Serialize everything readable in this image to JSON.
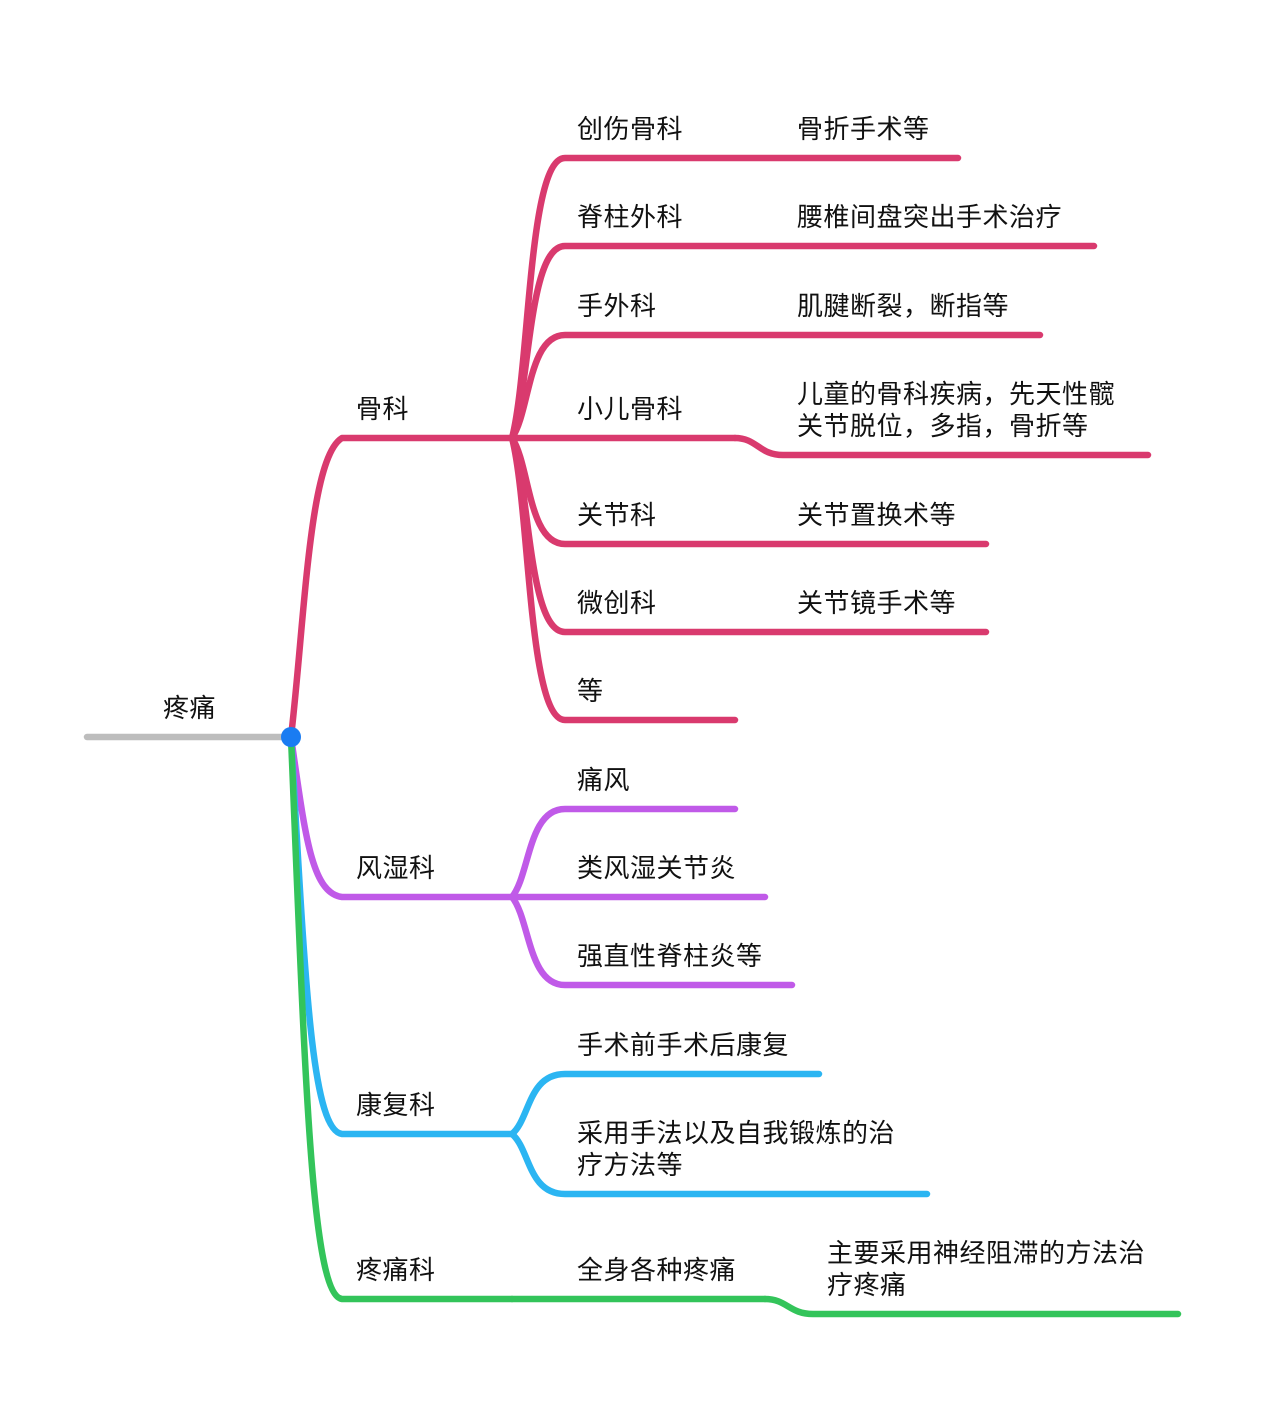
{
  "mindmap": {
    "root": {
      "label": "疼痛",
      "line_color": "#bdbdbd",
      "dot_color": "#1a7cf2"
    },
    "branches": [
      {
        "label": "骨科",
        "color": "#d93a6e",
        "children": [
          {
            "label": "创伤骨科",
            "detail": [
              "骨折手术等"
            ]
          },
          {
            "label": "脊柱外科",
            "detail": [
              "腰椎间盘突出手术治疗"
            ]
          },
          {
            "label": "手外科",
            "detail": [
              "肌腱断裂，断指等"
            ]
          },
          {
            "label": "小儿骨科",
            "detail": [
              "儿童的骨科疾病，先天性髋",
              "关节脱位，多指，骨折等"
            ]
          },
          {
            "label": "关节科",
            "detail": [
              "关节置换术等"
            ]
          },
          {
            "label": "微创科",
            "detail": [
              "关节镜手术等"
            ]
          },
          {
            "label": "等",
            "detail": []
          }
        ]
      },
      {
        "label": "风湿科",
        "color": "#c05ae8",
        "children": [
          {
            "label": "痛风",
            "detail": []
          },
          {
            "label": "类风湿关节炎",
            "detail": []
          },
          {
            "label": "强直性脊柱炎等",
            "detail": []
          }
        ]
      },
      {
        "label": "康复科",
        "color": "#2bb5f2",
        "children": [
          {
            "label": "手术前手术后康复",
            "detail": []
          },
          {
            "label": "采用手法以及自我锻炼的治疗方法等",
            "lines": [
              "采用手法以及自我锻炼的治",
              "疗方法等"
            ],
            "detail": []
          }
        ]
      },
      {
        "label": "疼痛科",
        "color": "#33c45a",
        "children": [
          {
            "label": "全身各种疼痛",
            "detail": [
              "主要采用神经阻滞的方法治",
              "疗疼痛"
            ]
          }
        ]
      }
    ]
  }
}
